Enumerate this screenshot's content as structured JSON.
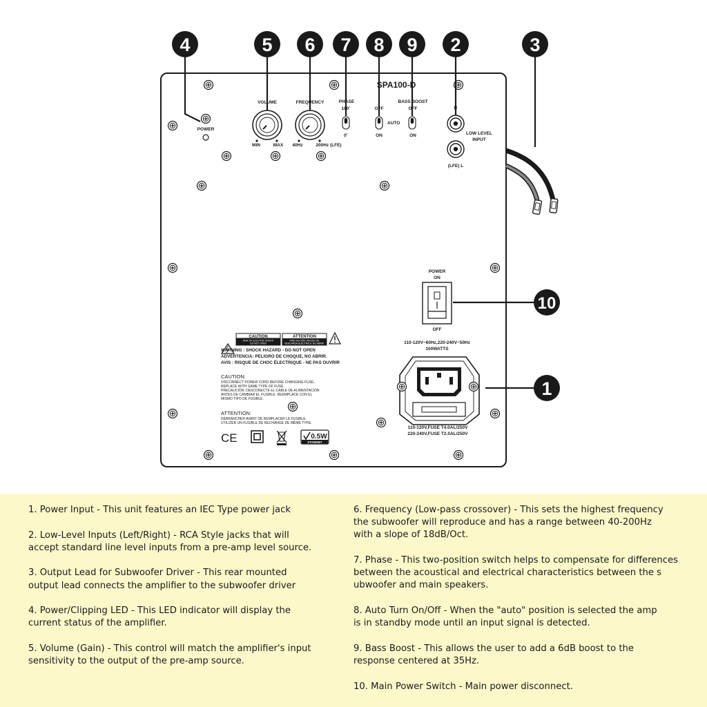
{
  "panel": {
    "model": "SPA100-D",
    "labels": {
      "power": "POWER",
      "volume": "VOLUME",
      "volume_min": "MIN",
      "volume_max": "MAX",
      "frequency": "FREQUENCY",
      "freq_low": "40Hz",
      "freq_high": "200Hz (LFE)",
      "phase": "PHASE",
      "phase_180": "180˚",
      "phase_0": "0˚",
      "auto_off": "OFF",
      "auto": "AUTO",
      "auto_on": "ON",
      "bass_boost": "BASS BOOST",
      "bass_off": "OFF",
      "bass_on": "ON",
      "input_r": "R",
      "input_l": "(LFE) L",
      "low_level_1": "LOW LEVEL",
      "low_level_2": "INPUT",
      "power_sw_1": "POWER",
      "power_sw_2": "ON",
      "power_sw_off": "OFF",
      "rating_1": "110-120V~60Hz,220-240V~50Hz",
      "rating_2": "100WATTS",
      "fuse_1": "110-120V,FUSE T4.0AL/250V",
      "fuse_2": "220-240V,FUSE T2.0AL/250V"
    },
    "warnings": {
      "caution_box": "CAUTION",
      "caution_sub_1": "RISK OF ELECTRIC SHOCK",
      "caution_sub_2": "DO NOT OPEN",
      "attention_box": "ATTENTION",
      "attention_sub_1": "PRECAUCIÓN: RIESGO DE",
      "attention_sub_2": "DESCARGA ELÉCTRICA. NO ABRIR.",
      "warn_1": "WARNING : SHOCK HAZARD - DO NOT OPEN",
      "warn_2": "ADVERTENCIA: PELIGRO DE CHOQUE, NO ABRIR.",
      "warn_3": "AVIS : RISQUE DE CHOC ÉLECTRIQUE - NE PAS OUVRIR",
      "caution_title": "CAUTION:",
      "caution_line_1": "DISCONNECT POWER CORD BEFORE CHANGING FUSE,",
      "caution_line_2": "REPLACE WITH SAME TYPE OF FUSE.",
      "caution_line_3": "PRECAUCIÓN: DESCONECTE EL CABLE DE ALIMENTACIÓN",
      "caution_line_4": "ANTES DE CAMBIAR EL FUSIBLE. REEMPLACE CON EL",
      "caution_line_5": "MISMO TIPO DE FUSIBLE.",
      "attention_title": "ATTENTION:",
      "attention_line_1": "DÉBRANCHER AVANT DE REMPLACER LE FUSIBLE.",
      "attention_line_2": "UTILIZER UN FUSIBLE DE RECHANGE DE MÊME TYPE."
    },
    "certs": {
      "ce": "CE",
      "standby_value": "0.5W",
      "standby_label": "STANDBY"
    }
  },
  "callouts": [
    "1",
    "2",
    "3",
    "4",
    "5",
    "6",
    "7",
    "8",
    "9",
    "10"
  ],
  "legend": {
    "left": [
      "1. Power Input - This unit features an IEC Type power jack",
      "2. Low-Level Inputs (Left/Right) - RCA Style jacks that will\naccept standard line level inputs from a pre-amp level source.",
      "3. Output Lead for Subwoofer Driver - This rear mounted\noutput lead connects the amplifier to the subwoofer driver",
      "4. Power/Clipping LED - This LED indicator will display the\ncurrent status of the amplifier.",
      "5. Volume (Gain) - This control will match the amplifier's input\nsensitivity to the output of the pre-amp source."
    ],
    "right": [
      "6. Frequency (Low-pass crossover) - This sets the highest frequency\nthe subwoofer will reproduce and has a range between 40-200Hz\nwith a slope of 18dB/Oct.",
      "7. Phase - This two-position switch helps to compensate for differences\nbetween the acoustical and electrical characteristics between the s\nubwoofer and main speakers.",
      "8. Auto Turn On/Off - When the \"auto\" position is selected the amp\nis in standby mode until an input signal is detected.",
      "9. Bass Boost - This allows the user to add a 6dB boost to the\nresponse centered at 35Hz.",
      "10. Main Power Switch - Main power disconnect."
    ]
  }
}
